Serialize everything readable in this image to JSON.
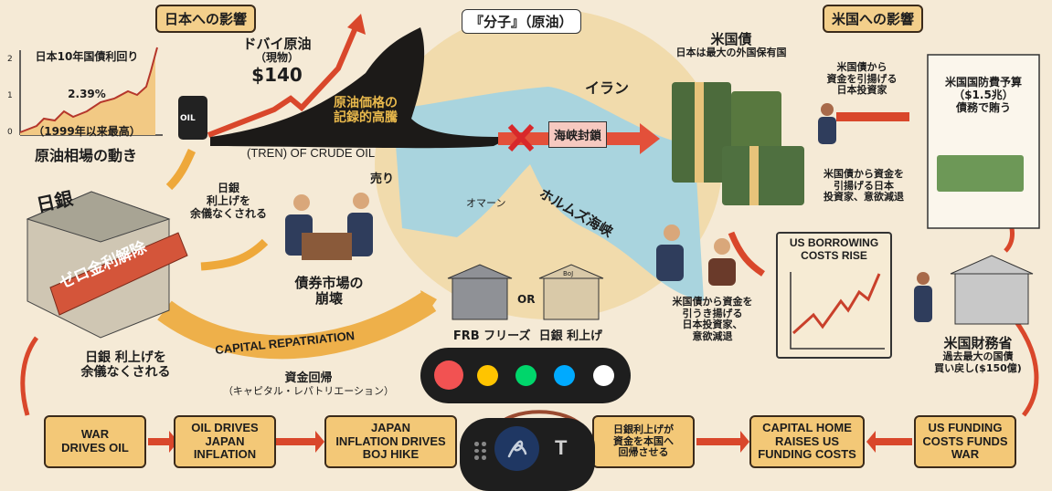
{
  "japan_section": {
    "header": "日本への影響",
    "yield_chart": {
      "title": "日本10年国債利回り",
      "value": "2.39%",
      "note": "（1999年以来最高）",
      "y_ticks": [
        "0",
        "1",
        "2"
      ],
      "caption": "原油相場の動き"
    },
    "oil": {
      "barrel_label": "OIL",
      "title": "ドバイ原油",
      "sub": "（現物）",
      "price": "$140",
      "surge": "原油価格の記録的高騰",
      "trend": "(TREN) OF CRUDE OIL"
    },
    "boj": {
      "building_label": "日銀",
      "banner": "ゼロ金利解除",
      "forced_hike_top": "日銀\n利上げを\n余儀なくされる",
      "forced_hike_bottom": "日銀 利上げを\n余儀なくされる"
    },
    "bond_market": {
      "sell": "売り",
      "label": "債券市場の\n崩壊"
    },
    "repatriation": {
      "arrow_label": "CAPITAL REPATRIATION",
      "label": "資金回帰",
      "sub": "（キャピタル・レパトリエーション）"
    }
  },
  "map": {
    "bubble": "『分子』（原油）",
    "iran": "イラン",
    "oman": "オマーン",
    "strait": "ホルムズ海峡",
    "blockade": "海峡封鎖",
    "banks": {
      "or": "OR",
      "boj_sign": "BoJ",
      "caption": "FRB フリーズ  日銀 利上げ"
    }
  },
  "us_section": {
    "header": "米国への影響",
    "treasuries": {
      "title": "米国債",
      "sub": "日本は最大の外国保有国"
    },
    "investor_pull": "米国債から\n資金を引揚げる\n日本投資家",
    "investor_pull2": "米国債から資金を\n引揚げる日本\n投資家、意欲減退",
    "investor_pull3": "米国債から資金を\n引うき揚げる\n日本投資家、\n意欲減退",
    "defense": {
      "title": "米国国防費予算",
      "amount": "（$1.5兆）",
      "note": "債務で賄う"
    },
    "borrowing": "US BORROWING\nCOSTS RISE",
    "treasury": {
      "title": "米国財務省",
      "note": "過去最大の国債\n買い戻し($150億)"
    }
  },
  "flow": [
    "WAR\nDRIVES OIL",
    "OIL DRIVES\nJAPAN\nINFLATION",
    "JAPAN\nINFLATION DRIVES\nBOJ HIKE",
    "日銀利上げが\n資金を本国へ\n回帰させる",
    "CAPITAL HOME\nRAISES US\nFUNDING COSTS",
    "US FUNDING\nCOSTS FUNDS\nWAR"
  ],
  "toolbar": {
    "colors": [
      {
        "name": "red",
        "hex": "#f25252"
      },
      {
        "name": "yellow",
        "hex": "#ffc400"
      },
      {
        "name": "green",
        "hex": "#00d66b"
      },
      {
        "name": "blue",
        "hex": "#00aaff"
      },
      {
        "name": "white",
        "hex": "#ffffff"
      }
    ],
    "tools": {
      "grip": "grip-icon",
      "pen": "pen-icon",
      "text": "T"
    }
  }
}
